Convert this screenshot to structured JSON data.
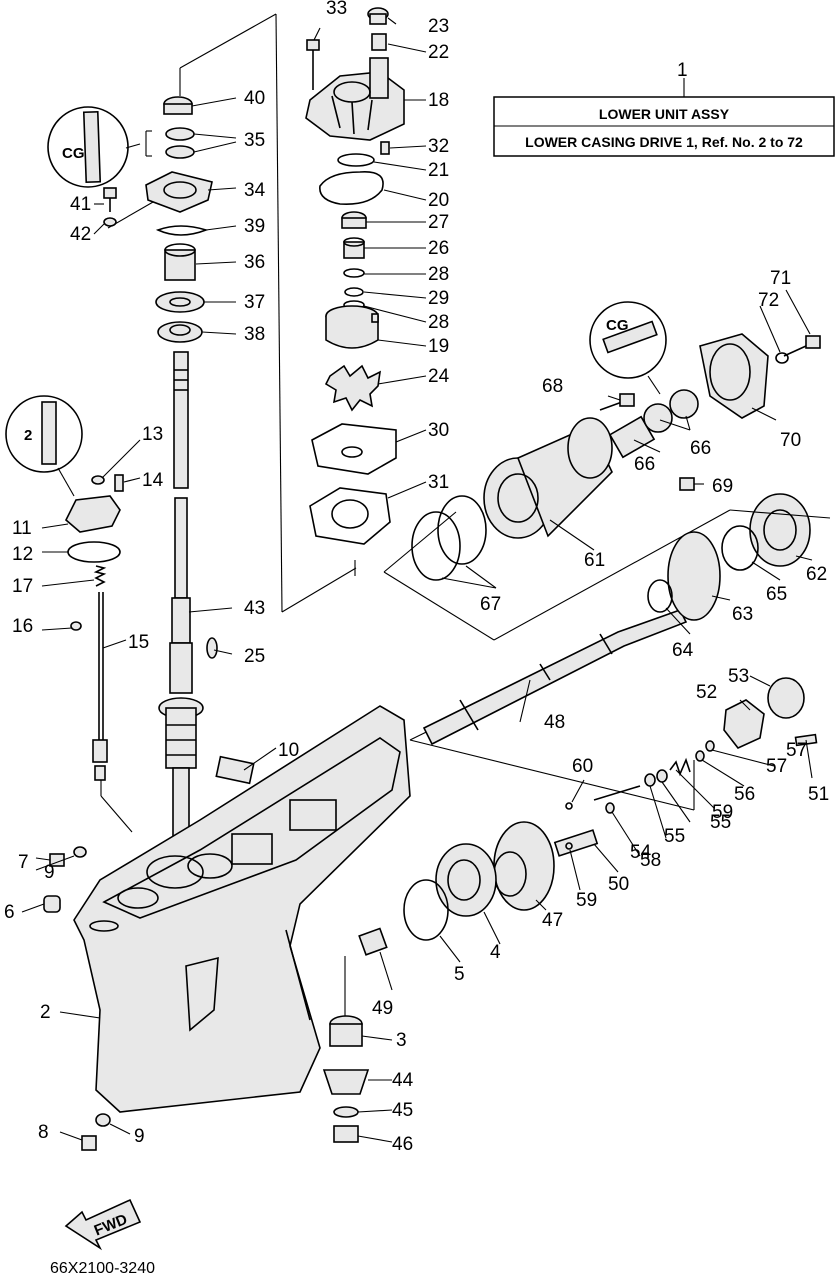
{
  "title_box": {
    "ref_number": "1",
    "line1": "LOWER UNIT ASSY",
    "line2": "LOWER CASING DRIVE 1,  Ref. No. 2 to 72"
  },
  "drawing_code": "66X2100-3240",
  "fwd_label": "FWD",
  "callouts": [
    "2",
    "3",
    "4",
    "5",
    "6",
    "7",
    "8",
    "9",
    "9",
    "10",
    "11",
    "12",
    "13",
    "14",
    "15",
    "16",
    "17",
    "18",
    "19",
    "20",
    "21",
    "22",
    "23",
    "24",
    "25",
    "26",
    "27",
    "28",
    "28",
    "29",
    "30",
    "31",
    "32",
    "33",
    "34",
    "35",
    "36",
    "37",
    "38",
    "39",
    "40",
    "41",
    "42",
    "43",
    "44",
    "45",
    "46",
    "47",
    "48",
    "49",
    "50",
    "51",
    "52",
    "53",
    "54",
    "55",
    "55",
    "56",
    "57",
    "57",
    "58",
    "59",
    "59",
    "60",
    "61",
    "62",
    "63",
    "64",
    "65",
    "66",
    "66",
    "67",
    "68",
    "69",
    "70",
    "71",
    "72"
  ]
}
